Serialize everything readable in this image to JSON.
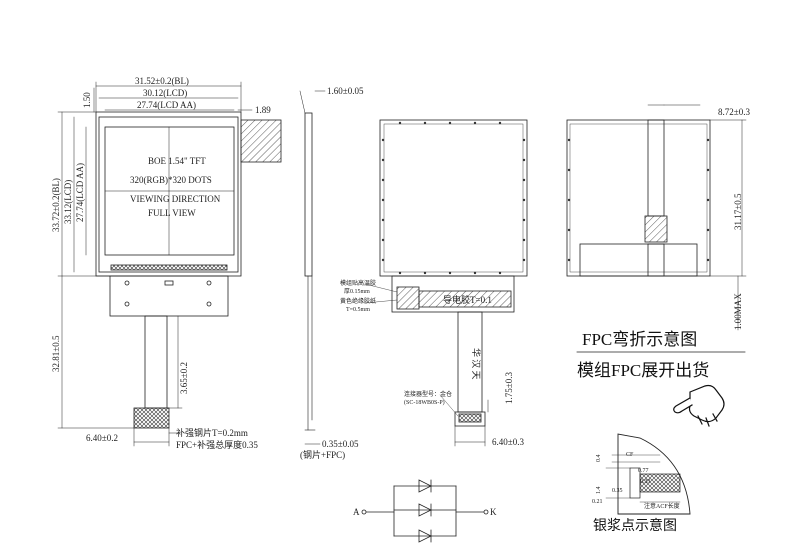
{
  "front": {
    "top_dims": [
      "31.52±0.2(BL)",
      "30.12(LCD)",
      "27.74(LCD AA)"
    ],
    "dim_150": "1.50",
    "dim_189": "1.89",
    "left_dims": [
      "33.72±0.2(BL)",
      "33.12(LCD)",
      "27.74(LCD AA)"
    ],
    "screen_lines": [
      "BOE 1.54\" TFT",
      "320(RGB)*320 DOTS",
      "VIEWING DIRECTION",
      "FULL VIEW"
    ],
    "dim_3281": "32.81±0.5",
    "dim_365": "3.65±0.2",
    "dim_640": "6.40±0.2",
    "stiffener_note_1": "补强钢片T=0.2mm",
    "stiffener_note_2": "FPC+补强总厚度0.35"
  },
  "side": {
    "top_dim": "1.60±0.05",
    "bottom_dim": "0.35±0.05",
    "bottom_note": "(钢片+FPC)"
  },
  "back": {
    "note_lines": [
      "模组贴高温胶",
      "厚0.15mm"
    ],
    "note_lines2": [
      "黄色绝缘胶纸",
      "T=0.5mm"
    ],
    "conductive_label": "导电胶T=0.1",
    "fpc_text": "华 汉 天",
    "dim_175": "1.75±0.3",
    "connector_note_1": "连接器型号：金仓",
    "connector_note_2": "(SC-18WB0S-P)",
    "dim_640b": "6.40±0.3"
  },
  "right": {
    "top_dim": "8.72±0.3",
    "height_dim": "31.17±0.5",
    "max_dim": "1.00MAX"
  },
  "captions": {
    "line1": "FPC弯折示意图",
    "line2": "模组FPC展开出货",
    "silver": "银浆点示意图"
  },
  "detail": {
    "label_cf": "CF",
    "label_ag": "注意ACF长度",
    "label_035": "0.35",
    "label_04": "0.4",
    "label_077": "0.77",
    "label_021": "0.21",
    "label_033": "0.33",
    "label_14": "1.4"
  },
  "diode": {
    "anode": "A",
    "cathode": "K"
  }
}
